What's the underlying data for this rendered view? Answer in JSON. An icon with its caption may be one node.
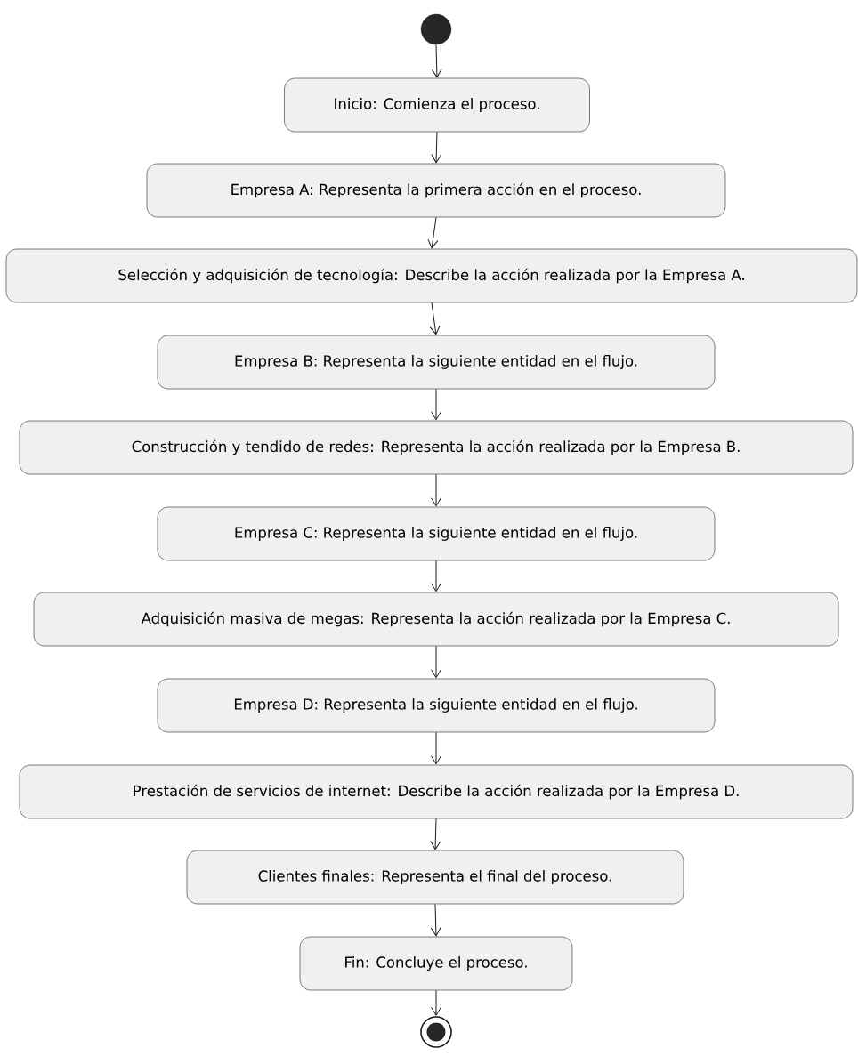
{
  "diagram": {
    "nodes": [
      {
        "text": [],
        "shape": "circle"
      },
      {
        "text": [
          "Inicio: Comienza el proceso."
        ]
      },
      {
        "text": [
          "Empresa A: Representa la primera acción en el proceso."
        ]
      },
      {
        "text": [
          "Selección y adquisición de tecnología: Describe la acción realizada por la Empresa A."
        ]
      },
      {
        "text": [
          "Empresa B: Representa la siguiente entidad en el flujo."
        ]
      },
      {
        "text": [
          "Construcción y tendido de redes: Representa la acción realizada por la Empresa B."
        ]
      },
      {
        "text": [
          "Empresa C: Representa la siguiente entidad en el flujo."
        ]
      },
      {
        "text": [
          "Adquisición masiva de megas: Representa la acción realizada por la Empresa C."
        ]
      },
      {
        "text": [
          "Empresa D: Representa la siguiente entidad en el flujo."
        ]
      },
      {
        "text": [
          "Prestación de servicios de internet: Describe la acción realizada por la Empresa D."
        ]
      },
      {
        "text": [
          "Clientes finales: Representa el final del proceso."
        ]
      },
      {
        "text": [
          "Fin: Concluye el proceso."
        ]
      },
      {
        "text": [],
        "shape": "bullseye"
      }
    ],
    "edges": [
      {
        "from": 0,
        "to": 1,
        "arrow": "to"
      },
      {
        "from": 1,
        "to": 2,
        "arrow": "to"
      },
      {
        "from": 2,
        "to": 3,
        "arrow": "to"
      },
      {
        "from": 3,
        "to": 4,
        "arrow": "to"
      },
      {
        "from": 4,
        "to": 5,
        "arrow": "to"
      },
      {
        "from": 5,
        "to": 6,
        "arrow": "to"
      },
      {
        "from": 6,
        "to": 7,
        "arrow": "to"
      },
      {
        "from": 7,
        "to": 8,
        "arrow": "to"
      },
      {
        "from": 8,
        "to": 9,
        "arrow": "to"
      },
      {
        "from": 9,
        "to": 10,
        "arrow": "to"
      },
      {
        "from": 10,
        "to": 11,
        "arrow": "to"
      },
      {
        "from": 11,
        "to": 12,
        "arrow": "to"
      }
    ]
  }
}
